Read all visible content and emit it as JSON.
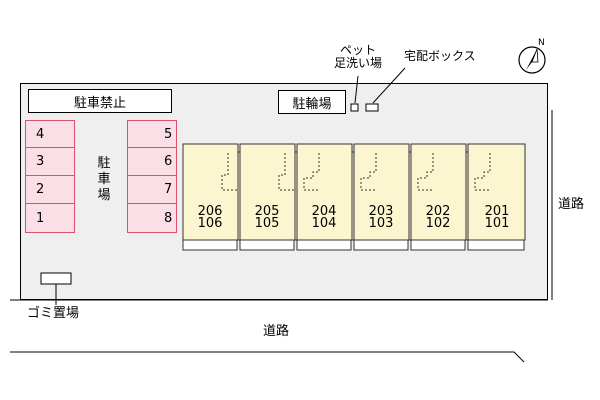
{
  "labels": {
    "no_parking": "駐車禁止",
    "bicycle_parking": "駐輪場",
    "pet_footwash_line1": "ペット",
    "pet_footwash_line2": "足洗い場",
    "delivery_box": "宅配ボックス",
    "garbage": "ゴミ置場",
    "parking_vertical": [
      "駐",
      "車",
      "場"
    ],
    "road_right": "道路",
    "road_bottom": "道路"
  },
  "parking_left": [
    "4",
    "3",
    "2",
    "1"
  ],
  "parking_right": [
    "5",
    "6",
    "7",
    "8"
  ],
  "units": [
    {
      "upper": "206",
      "lower": "106"
    },
    {
      "upper": "205",
      "lower": "105"
    },
    {
      "upper": "204",
      "lower": "104"
    },
    {
      "upper": "203",
      "lower": "103"
    },
    {
      "upper": "202",
      "lower": "102"
    },
    {
      "upper": "201",
      "lower": "101"
    }
  ],
  "compass": {
    "icon": "north-compass-icon",
    "letter": "N"
  },
  "colors": {
    "parking_fill": "#fbdfe6",
    "parking_border": "#e0506e",
    "unit_fill": "#fbf6cf",
    "lot_fill": "#efefef"
  }
}
